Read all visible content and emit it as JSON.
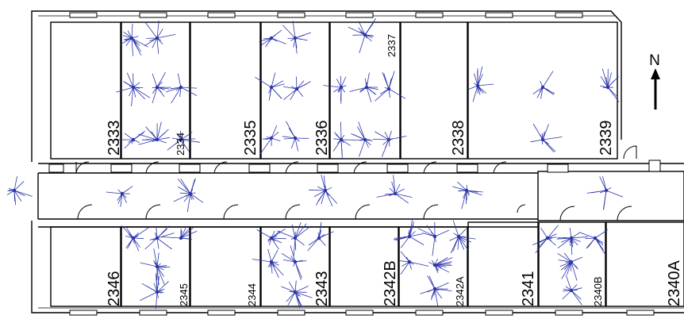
{
  "floor_plan": {
    "compass_label": "N",
    "rooms": {
      "r2333": "2333",
      "r2334": "2334",
      "r2335": "2335",
      "r2336": "2336",
      "r2337": "2337",
      "r2338": "2338",
      "r2339": "2339",
      "r2346": "2346",
      "r2345": "2345",
      "r2344": "2344",
      "r2343": "2343",
      "r2342B": "2342B",
      "r2342A": "2342A",
      "r2341": "2341",
      "r2340B": "2340B",
      "r2340A": "2340A"
    },
    "colors": {
      "wall": "#000000",
      "ray": "#2b34a8",
      "background": "#ffffff"
    }
  }
}
